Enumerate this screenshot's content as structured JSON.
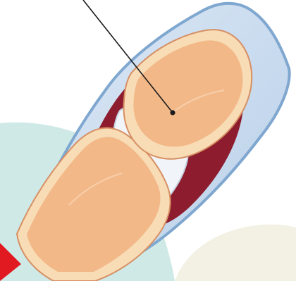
{
  "diagram": {
    "subject": "synovial-joint-cross-section",
    "parts": [
      "background-teal-shape",
      "background-cream-shape",
      "red-marker",
      "joint-capsule",
      "synovial-cavity",
      "articular-cartilage",
      "lower-bone",
      "upper-bone",
      "leader-line",
      "leader-dot"
    ],
    "colors": {
      "teal": "#cfe9e6",
      "cream": "#f2f1e3",
      "red_marker": "#e11a22",
      "capsule_outer": "#c9dbee",
      "capsule_edge": "#7fa7cf",
      "cavity": "#8d1d2e",
      "cartilage": "#f1f4f8",
      "bone_fill": "#f6c39b",
      "bone_rim": "#f7dcb6",
      "bone_stroke": "#d78f63",
      "line": "#1c1c1c"
    }
  }
}
